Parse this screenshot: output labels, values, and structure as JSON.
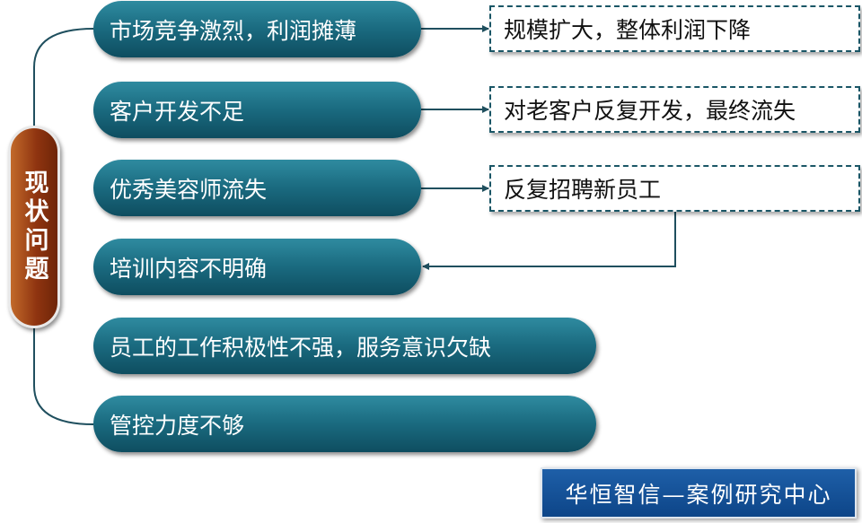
{
  "side_label": "现状问题",
  "problems": [
    "市场竞争激烈，利润摊薄",
    "客户开发不足",
    "优秀美容师流失",
    "培训内容不明确",
    "员工的工作积极性不强，服务意识欠缺",
    "管控力度不够"
  ],
  "results": [
    "规模扩大，整体利润下降",
    "对老客户反复开发，最终流失",
    "反复招聘新员工"
  ],
  "brand": "华恒智信—案例研究中心",
  "colors": {
    "pill": "#1a6a7f",
    "side_label": "#8f3410",
    "brand": "#1e5fa8",
    "connector": "#1f4f5e"
  }
}
